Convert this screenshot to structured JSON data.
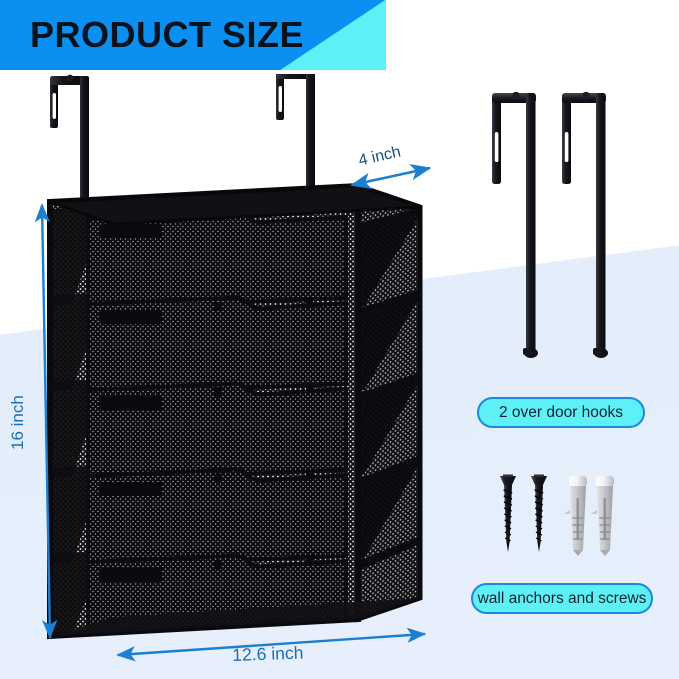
{
  "banner": {
    "title": "PRODUCT SIZE",
    "bg_color": "#0b8ff0",
    "accent_color": "#5df0f7"
  },
  "background": {
    "top_color": "#ffffff",
    "bottom_color": "#e5eefb"
  },
  "dimensions": {
    "depth": "4 inch",
    "height": "16 inch",
    "width": "12.6 inch",
    "label_color": "#1c6fb5"
  },
  "product": {
    "name": "wall-mounted mesh file organizer",
    "tier_count": 5,
    "color": "#101014"
  },
  "callouts": [
    {
      "id": "hooks",
      "label": "2 over door hooks",
      "fill": "#5df0f7",
      "border": "#1b8ade"
    },
    {
      "id": "hardware",
      "label": "wall anchors and screws",
      "fill": "#5df0f7",
      "border": "#1b8ade"
    }
  ],
  "parts": {
    "hooks_count": 2,
    "screws_count": 2,
    "anchors_count": 2
  }
}
